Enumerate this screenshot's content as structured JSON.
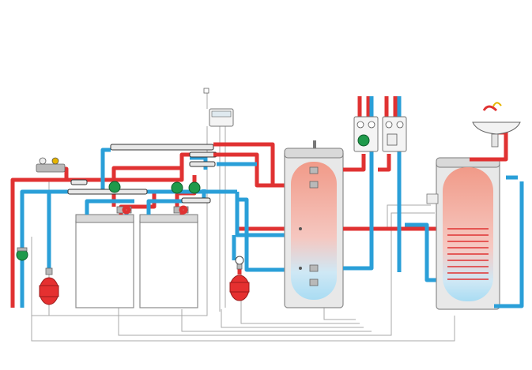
{
  "diagram": {
    "colors": {
      "hot_pipe": "#e03232",
      "cold_pipe": "#2a9fd8",
      "pump": "#1f9a4b",
      "expansion_vessel": "#e53030",
      "control_wire": "#a9a9a9",
      "tank_hot": "#f19a88",
      "tank_cold": "#a9dcf3"
    },
    "components": [
      "boiler-left",
      "boiler-right",
      "buffer-tank",
      "dhw-cylinder-with-coil",
      "pump-stations",
      "expansion-vessels",
      "circulation-pumps",
      "controller",
      "wash-basin"
    ]
  }
}
